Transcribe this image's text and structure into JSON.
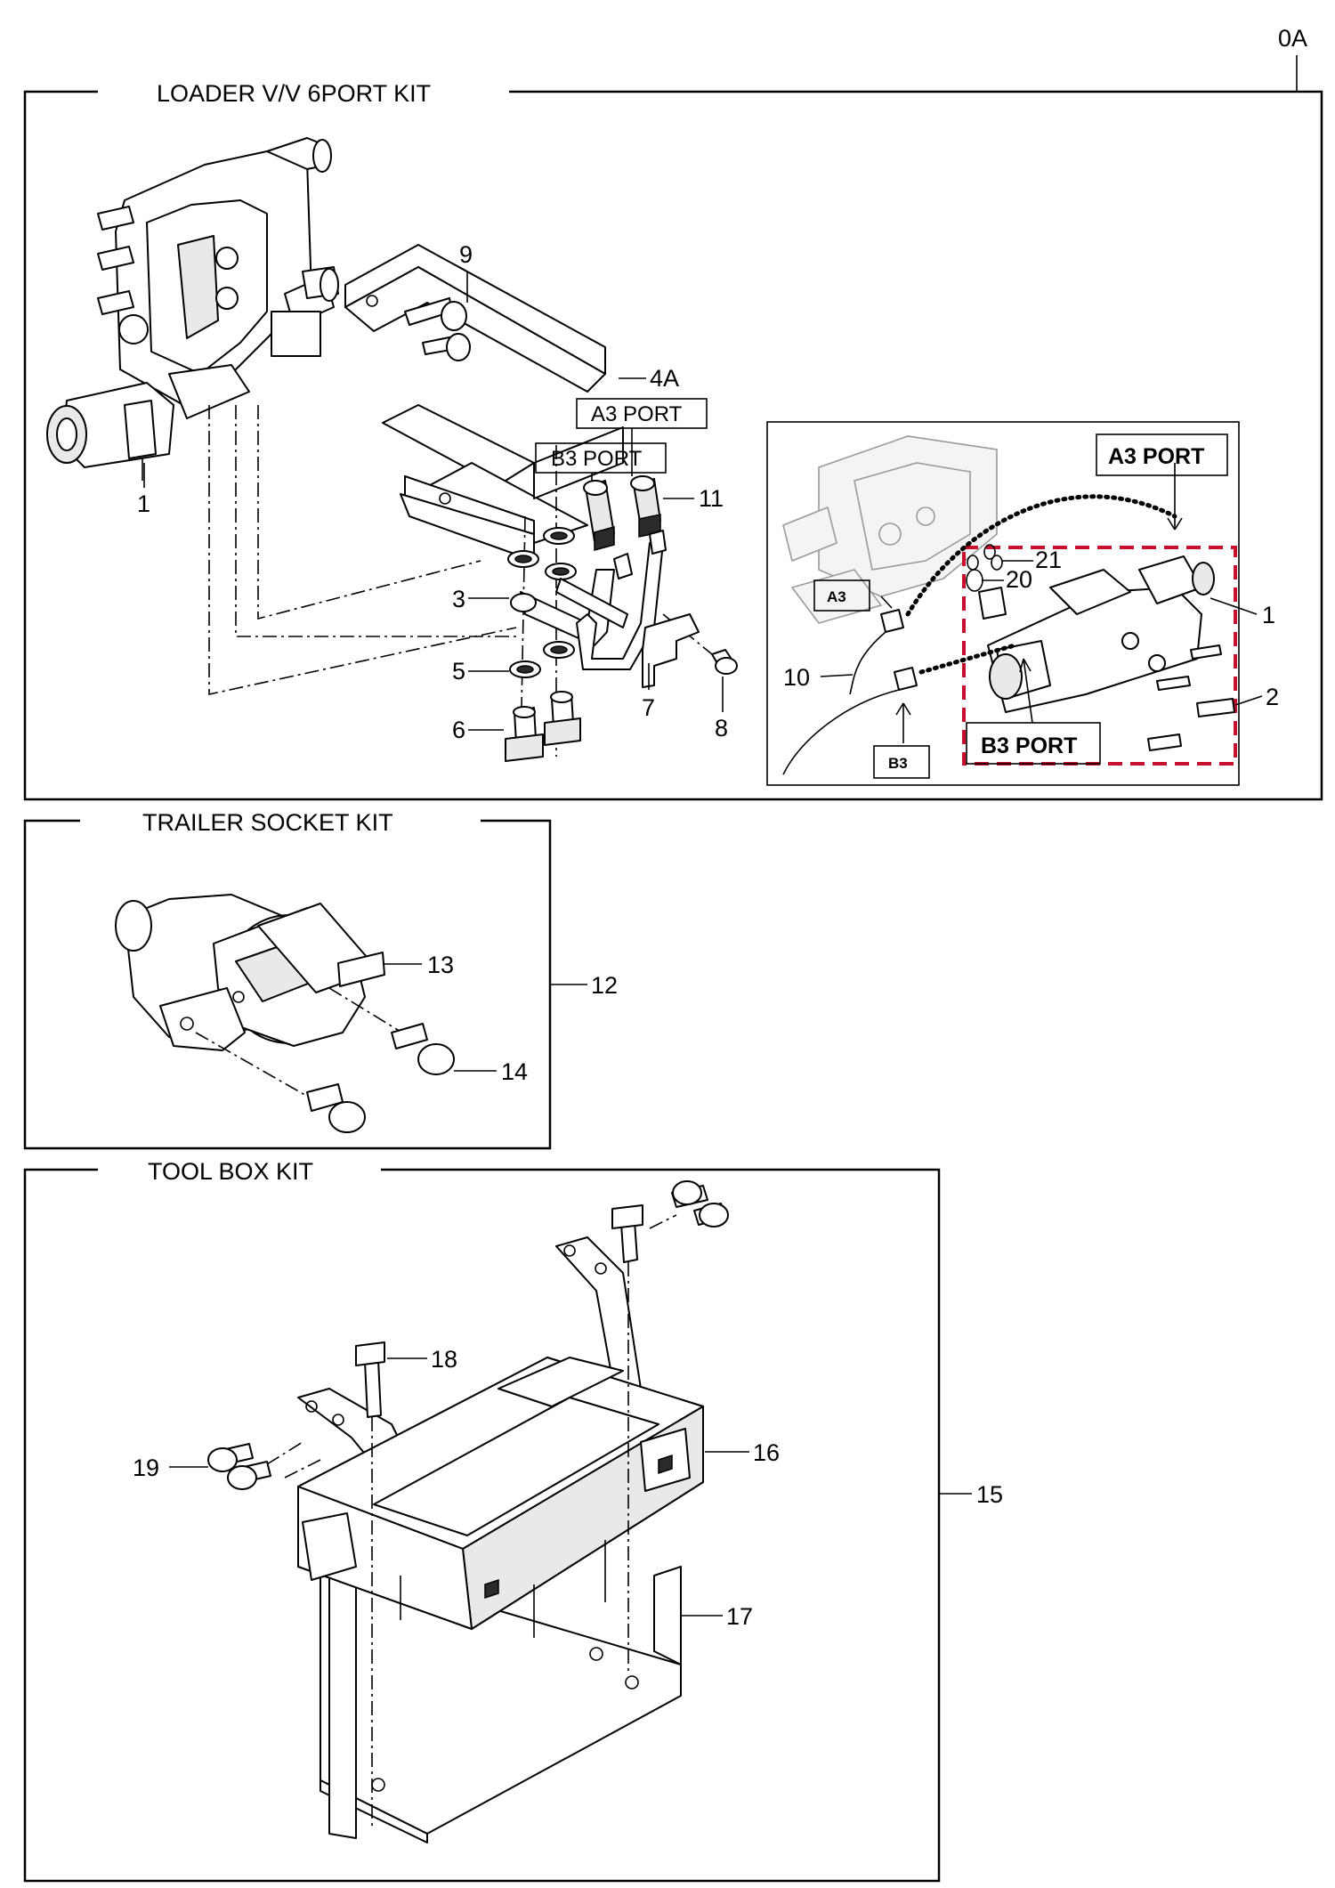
{
  "sheet_ref": "0A",
  "kits": {
    "loader": {
      "title": "LOADER V/V 6PORT KIT"
    },
    "trailer": {
      "title": "TRAILER SOCKET KIT"
    },
    "toolbox": {
      "title": "TOOL BOX KIT"
    }
  },
  "port_labels": {
    "a3_port": "A3 PORT",
    "b3_port": "B3 PORT",
    "a3": "A3",
    "b3": "B3"
  },
  "callouts": {
    "p1": "1",
    "p1b": "1",
    "p2": "2",
    "p3": "3",
    "p4a": "4A",
    "p5": "5",
    "p6": "6",
    "p7": "7",
    "p8": "8",
    "p9": "9",
    "p10": "10",
    "p11": "11",
    "p12": "12",
    "p13": "13",
    "p14": "14",
    "p15": "15",
    "p16": "16",
    "p17": "17",
    "p18": "18",
    "p19": "19",
    "p20": "20",
    "p21": "21"
  },
  "colors": {
    "inset_highlight": "#c8102e",
    "line": "#000000"
  }
}
